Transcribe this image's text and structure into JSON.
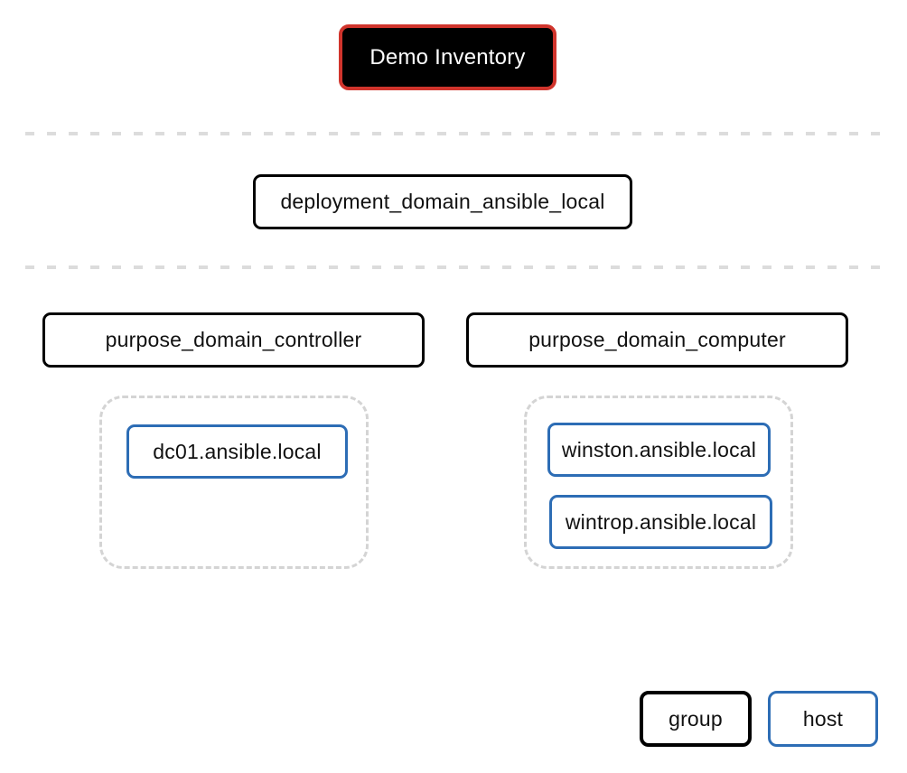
{
  "diagram": {
    "inventory": {
      "label": "Demo Inventory"
    },
    "level1_groups": [
      {
        "id": "deployment",
        "label": "deployment_domain_ansible_local"
      }
    ],
    "level2_groups": [
      {
        "id": "controller",
        "label": "purpose_domain_controller",
        "hosts": [
          {
            "label": "dc01.ansible.local"
          }
        ]
      },
      {
        "id": "computer",
        "label": "purpose_domain_computer",
        "hosts": [
          {
            "label": "winston.ansible.local"
          },
          {
            "label": "wintrop.ansible.local"
          }
        ]
      }
    ]
  },
  "legend": {
    "group_label": "group",
    "host_label": "host"
  },
  "colors": {
    "inventory_border": "#d0342c",
    "inventory_fill": "#000000",
    "group_border": "#000000",
    "host_border": "#2d6db5",
    "container_border": "#d4d4d4",
    "divider": "#dcdcdc",
    "background": "#ffffff"
  }
}
